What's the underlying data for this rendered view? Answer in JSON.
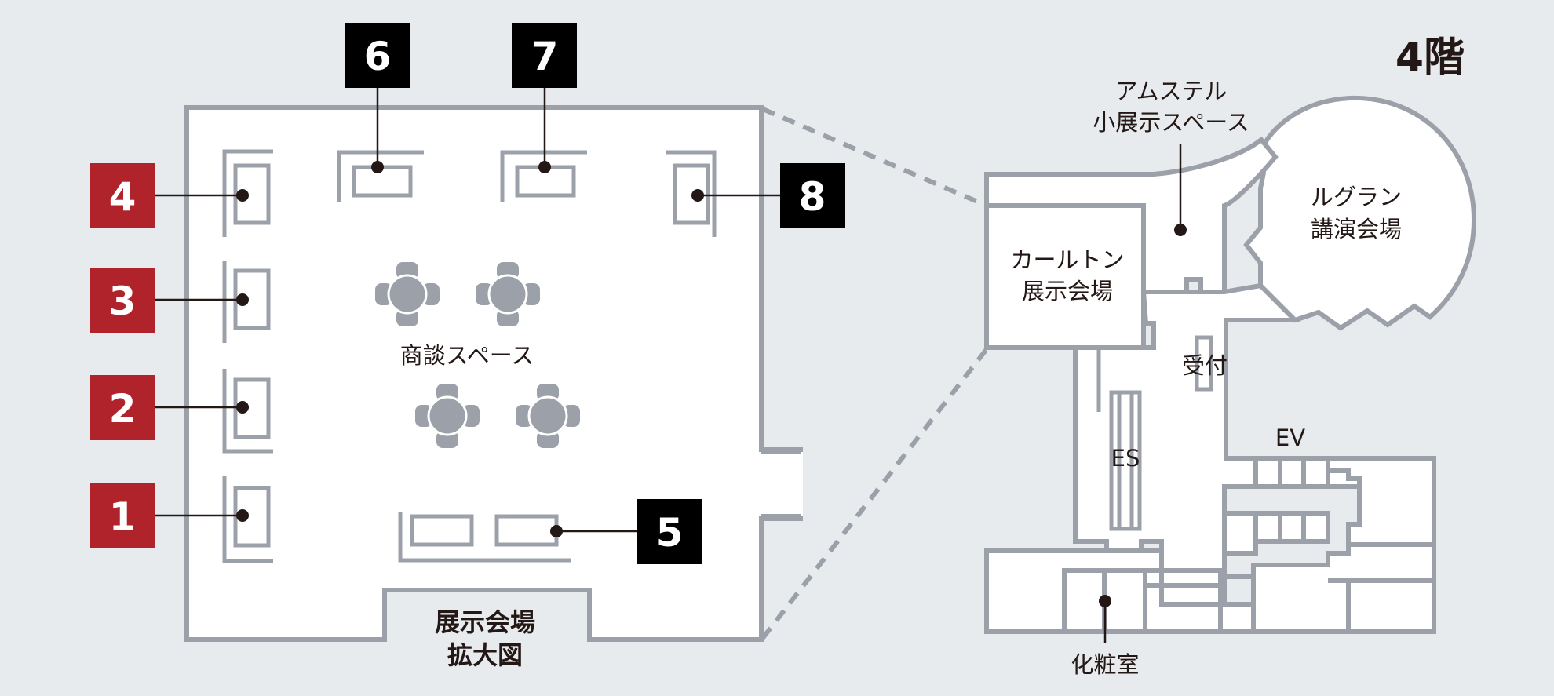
{
  "floor_label": "4階",
  "enlarged_view_label": [
    "展示会場",
    "拡大図"
  ],
  "meeting_space_label": "商談スペース",
  "booths": [
    {
      "number": "1",
      "color": "#b0232a"
    },
    {
      "number": "2",
      "color": "#b0232a"
    },
    {
      "number": "3",
      "color": "#b0232a"
    },
    {
      "number": "4",
      "color": "#b0232a"
    },
    {
      "number": "5",
      "color": "#000000"
    },
    {
      "number": "6",
      "color": "#000000"
    },
    {
      "number": "7",
      "color": "#000000"
    },
    {
      "number": "8",
      "color": "#000000"
    }
  ],
  "floor_plan": {
    "amstel": [
      "アムステル",
      "小展示スペース"
    ],
    "carlton": [
      "カールトン",
      "展示会場"
    ],
    "legrand": [
      "ルグラン",
      "講演会場"
    ],
    "reception": "受付",
    "escalator": "ES",
    "elevator": "EV",
    "restroom": "化粧室"
  },
  "colors": {
    "background": "#e8ebee",
    "wall": "#9ba0a9",
    "accent_red": "#b0232a",
    "accent_black": "#000000"
  }
}
